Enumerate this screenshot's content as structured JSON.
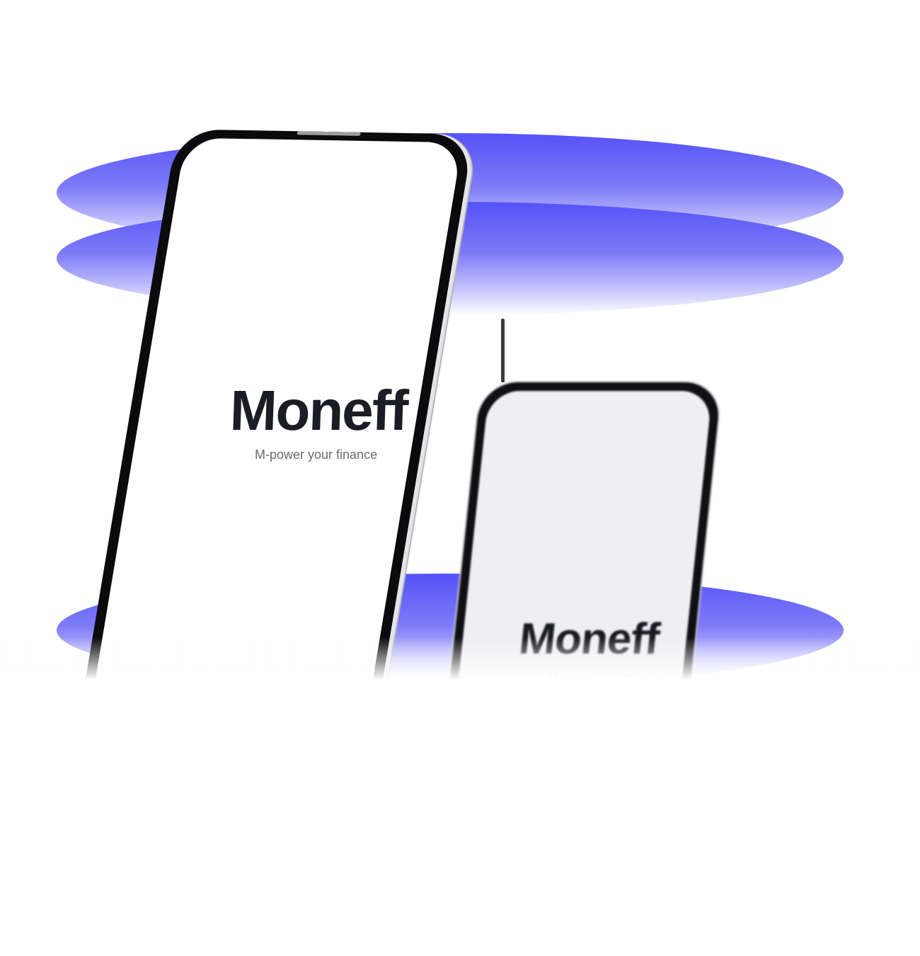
{
  "brand": {
    "name": "Moneff",
    "tagline": "M-power your finance",
    "background_color": "#ffffff",
    "accent_color": "#5552f8",
    "logo_color": "#1c1c26"
  },
  "back_phone": {
    "name": "Moneff",
    "tagline": "M-power your finance"
  }
}
